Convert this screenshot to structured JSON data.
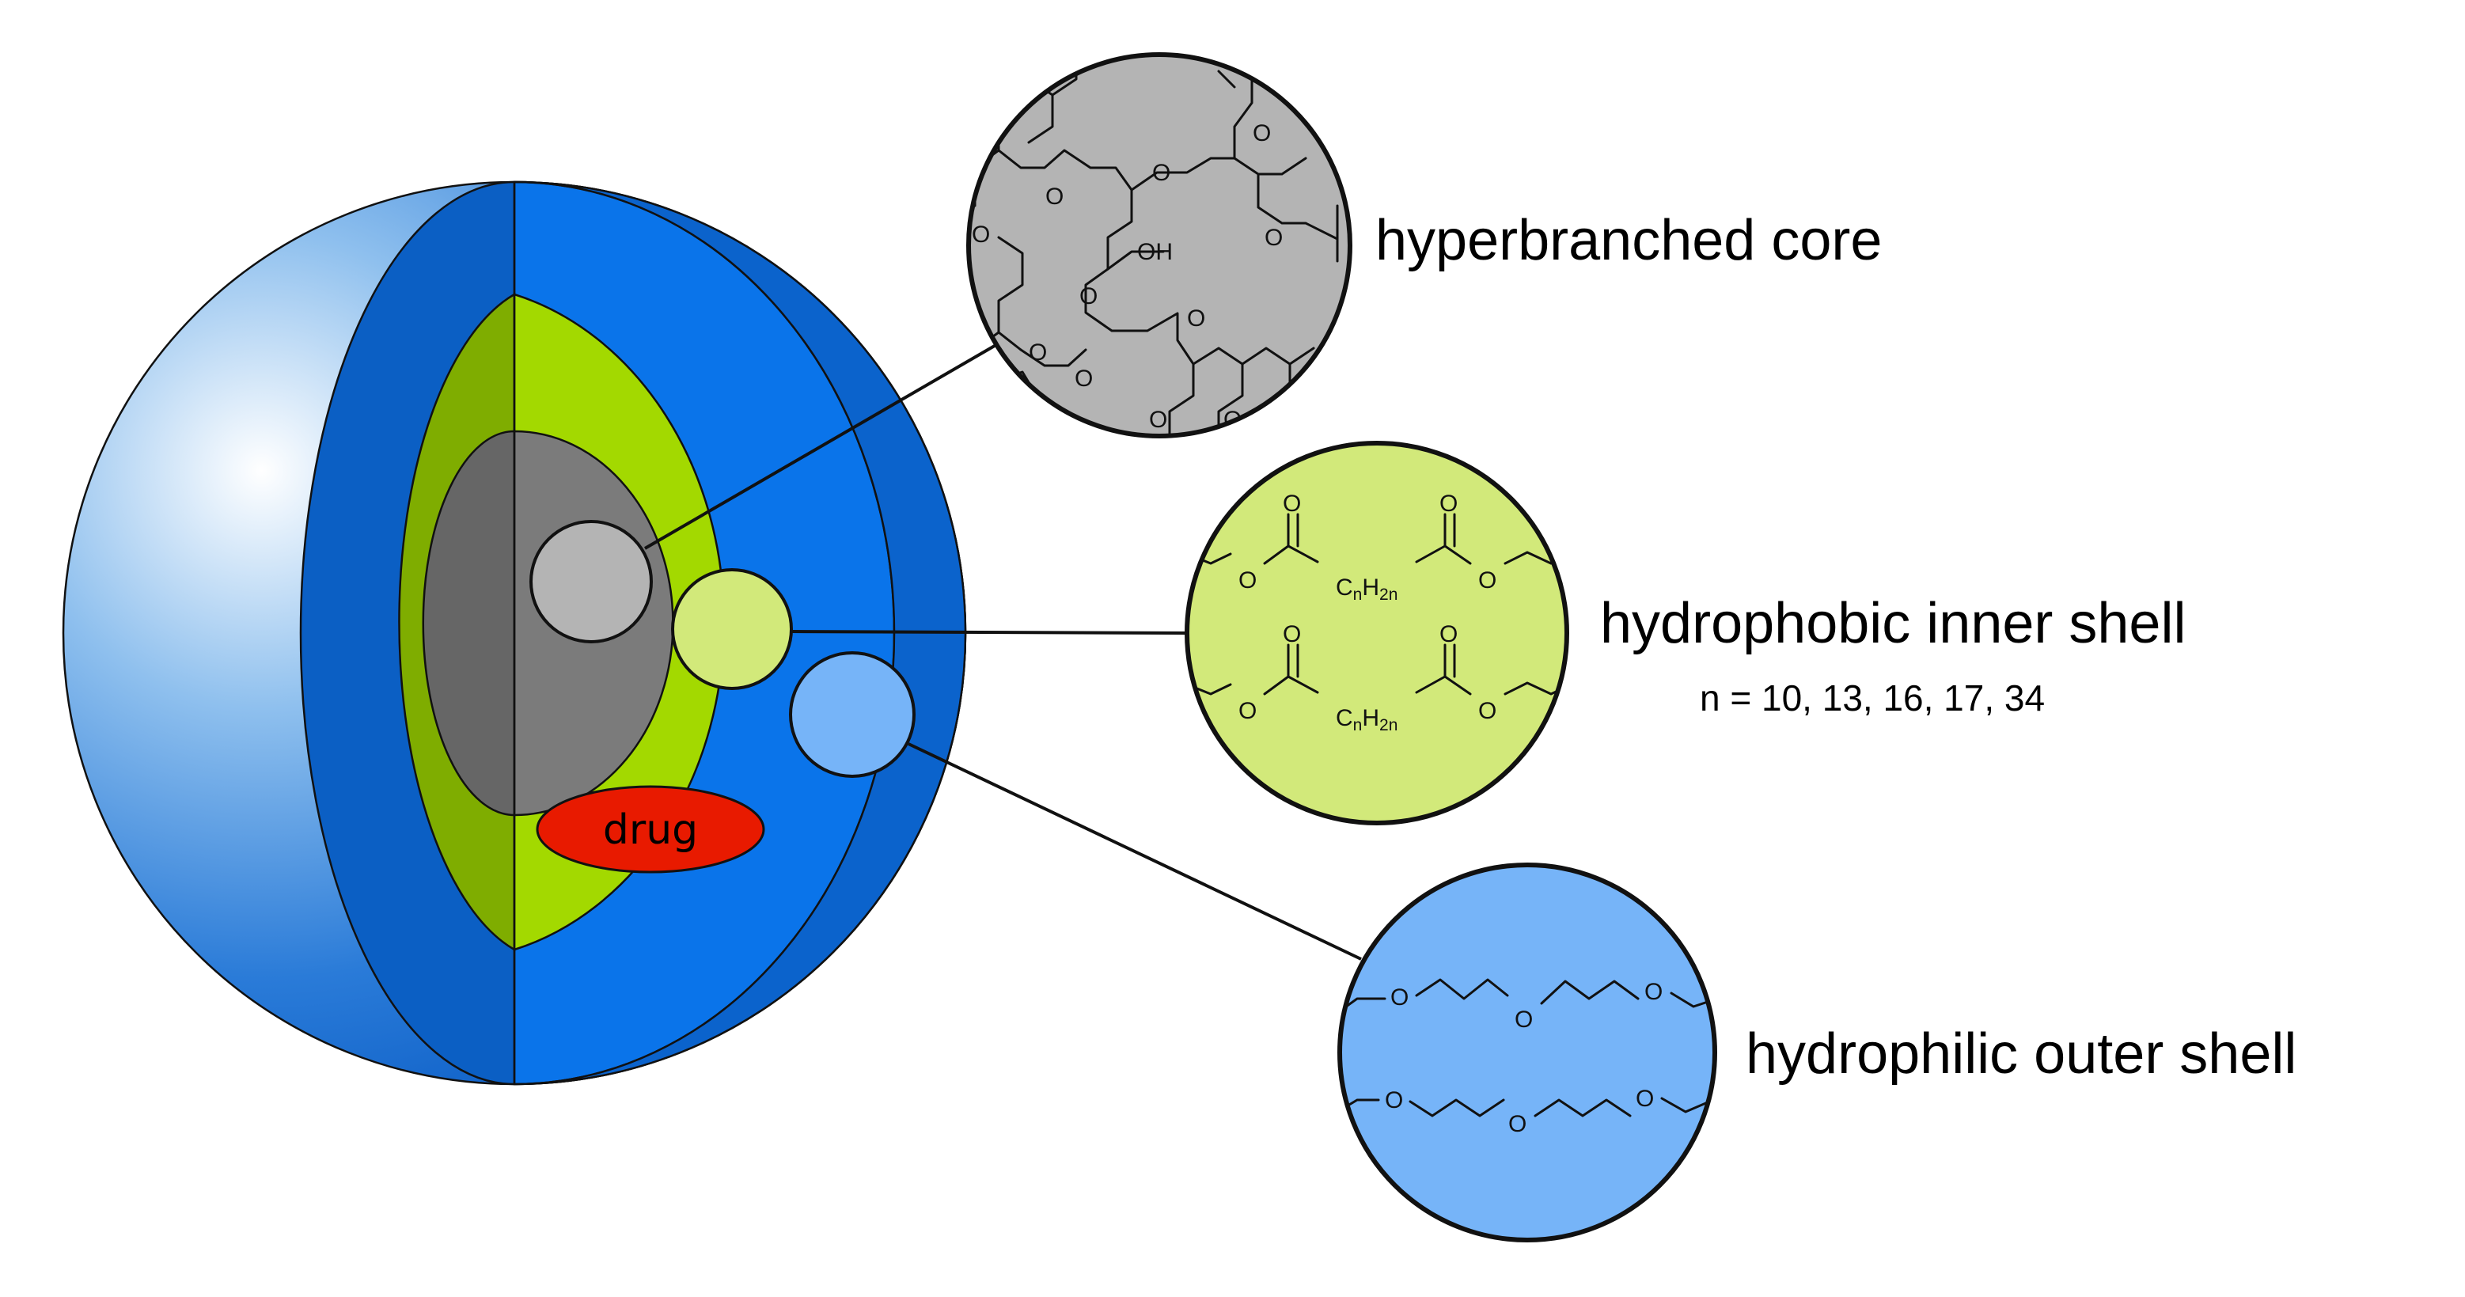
{
  "labels": {
    "core": "hyperbranched core",
    "inner_shell": "hydrophobic inner shell",
    "inner_shell_note": "n = 10, 13, 16, 17, 34",
    "outer_shell": "hydrophilic outer shell",
    "drug": "drug"
  },
  "atoms": {
    "oxygen": "O",
    "hydroxyl": "OH",
    "carbon": "C",
    "hydrogen": "H",
    "n_sub": "n",
    "two_n_sub": "2n"
  },
  "colors": {
    "outer_shell_blue": "#0a74ea",
    "outer_shell_dark": "#0b5fc4",
    "inner_shell_green": "#a3d900",
    "inner_shell_dark": "#7fad00",
    "core_gray": "#7b7b7b",
    "core_dark": "#666666",
    "drug_red": "#e81a00",
    "core_zoom": "#b4b4b4",
    "inner_zoom": "#d2e97a",
    "outer_zoom": "#76b4f8"
  }
}
